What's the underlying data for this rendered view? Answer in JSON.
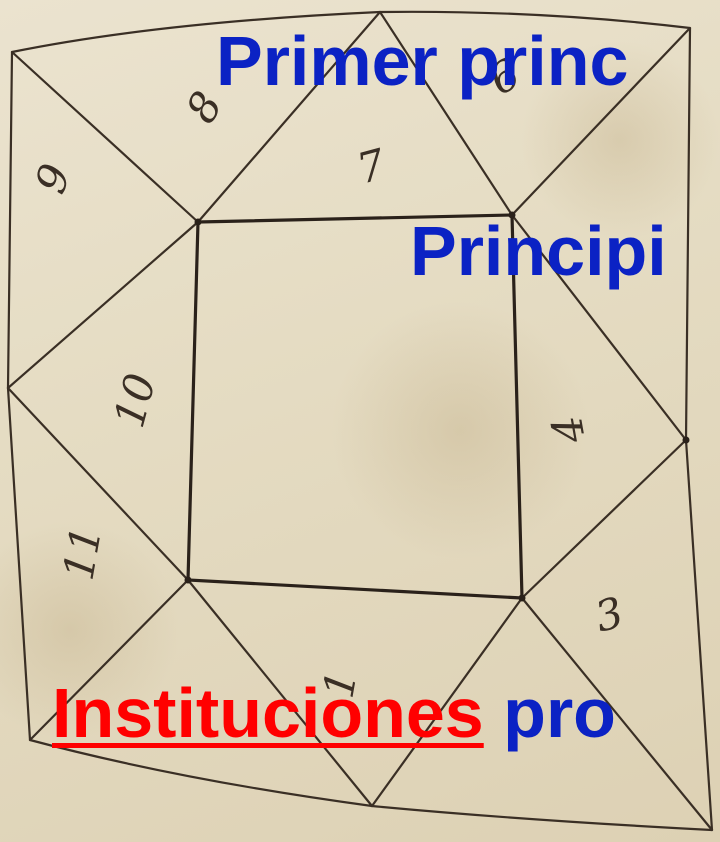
{
  "sheet_numbers": [
    "9",
    "8",
    "7",
    "6",
    "10",
    "4",
    "11",
    "3",
    "1"
  ],
  "headlines": {
    "line1": "Primer princ",
    "line2": "Principi",
    "line3_red": "Instituciones",
    "line3_blue": " pro"
  },
  "colors": {
    "headline_blue": "#0b22c4",
    "headline_red": "#ff0000",
    "ink": "#3a2f25",
    "paper": "#e6dcc4"
  }
}
